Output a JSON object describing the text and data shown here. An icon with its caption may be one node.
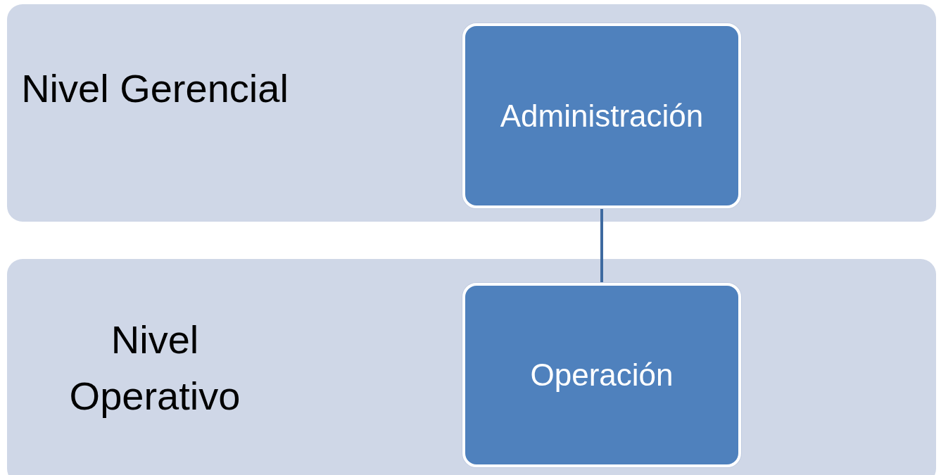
{
  "diagram": {
    "nodes": [
      {
        "text": [
          "Nivel Gerencial"
        ]
      },
      {
        "text": [
          "Administración"
        ],
        "in": 0
      },
      {
        "text": [
          "Nivel Operativo"
        ]
      },
      {
        "text": [
          "Operación"
        ],
        "in": 2
      }
    ],
    "edges": [
      {
        "from": 1,
        "to": 3,
        "arrow": "none"
      }
    ]
  }
}
